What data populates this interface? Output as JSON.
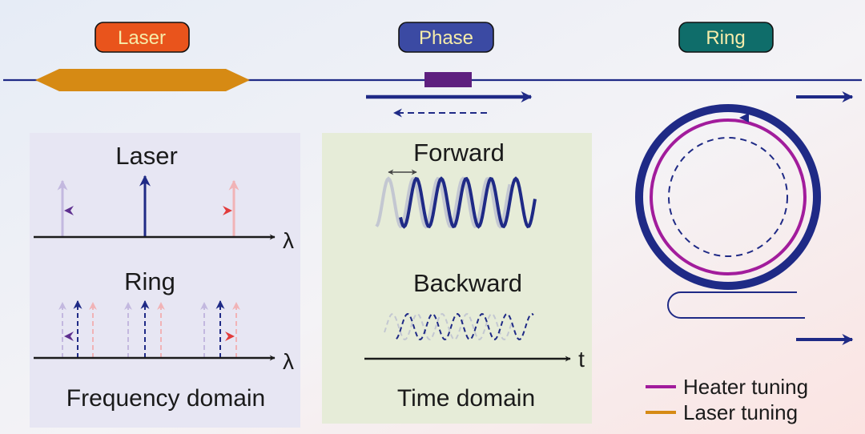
{
  "pills": {
    "laser": "Laser",
    "phase": "Phase",
    "ring": "Ring"
  },
  "frequency_panel": {
    "laser_title": "Laser",
    "ring_title": "Ring",
    "axis_symbol": "λ",
    "caption": "Frequency domain"
  },
  "time_panel": {
    "forward_title": "Forward",
    "backward_title": "Backward",
    "axis_symbol": "t",
    "caption": "Time domain"
  },
  "legend": {
    "heater": "Heater tuning",
    "laser": "Laser tuning"
  },
  "colors": {
    "laser_orange": "#d68a14",
    "laser_pill": "#e9541c",
    "phase_pill": "#3b4aa3",
    "ring_pill": "#0f6d6a",
    "waveguide_navy": "#1f2a86",
    "heater_purple": "#a21c9c",
    "phase_shifter": "#5e1f7f",
    "pill_text": "#f6ecaa"
  }
}
